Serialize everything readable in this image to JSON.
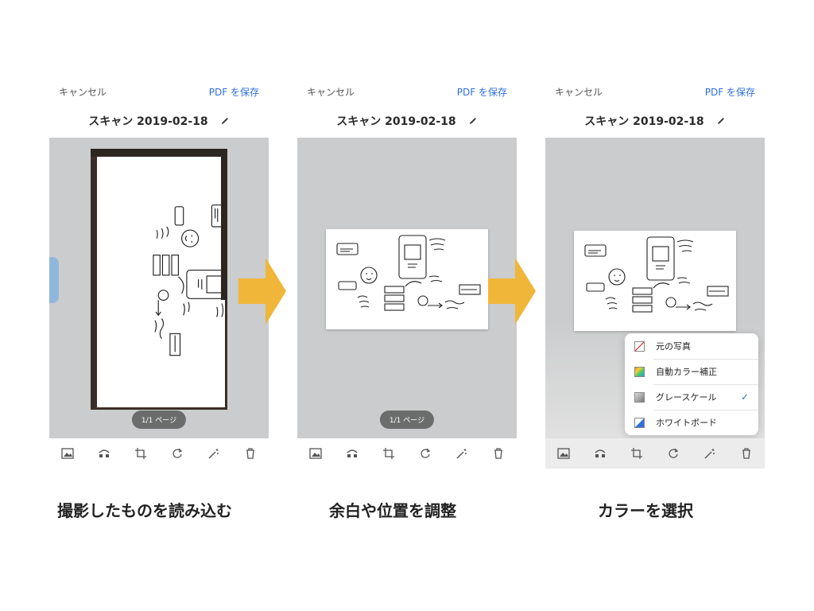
{
  "screens": [
    {
      "cancel_label": "キャンセル",
      "save_label": "PDF を保存",
      "title": "スキャン 2019-02-18",
      "page_indicator": "1/1 ページ",
      "caption": "撮影したものを読み込む"
    },
    {
      "cancel_label": "キャンセル",
      "save_label": "PDF を保存",
      "title": "スキャン 2019-02-18",
      "page_indicator": "1/1 ページ",
      "caption": "余白や位置を調整"
    },
    {
      "cancel_label": "キャンセル",
      "save_label": "PDF を保存",
      "title": "スキャン 2019-02-18",
      "caption": "カラーを選択",
      "color_menu": {
        "items": [
          {
            "label": "元の写真",
            "icon": "original-photo-icon",
            "selected": false
          },
          {
            "label": "自動カラー補正",
            "icon": "auto-color-icon",
            "selected": false
          },
          {
            "label": "グレースケール",
            "icon": "grayscale-icon",
            "selected": true
          },
          {
            "label": "ホワイトボード",
            "icon": "whiteboard-icon",
            "selected": false
          }
        ]
      }
    }
  ],
  "toolbar_icons": [
    "image-icon",
    "reorder-icon",
    "crop-icon",
    "rotate-icon",
    "magic-wand-icon",
    "trash-icon"
  ],
  "colors": {
    "accent": "#2f6fe0",
    "arrow": "#f0b63a",
    "canvas_bg": "#cbcccd"
  }
}
